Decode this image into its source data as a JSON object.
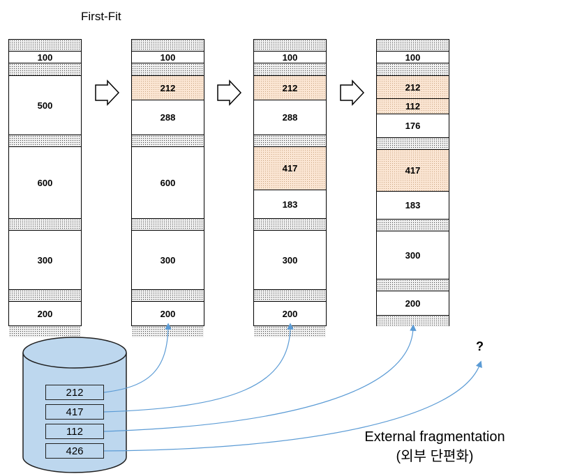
{
  "title": "First-Fit",
  "columns": [
    {
      "blocks": [
        {
          "kind": "gap"
        },
        {
          "kind": "free",
          "label": "100"
        },
        {
          "kind": "gap"
        },
        {
          "kind": "free",
          "label": "500"
        },
        {
          "kind": "gap"
        },
        {
          "kind": "free",
          "label": "600"
        },
        {
          "kind": "gap"
        },
        {
          "kind": "free",
          "label": "300"
        },
        {
          "kind": "gap"
        },
        {
          "kind": "free",
          "label": "200"
        },
        {
          "kind": "gap"
        }
      ]
    },
    {
      "blocks": [
        {
          "kind": "gap"
        },
        {
          "kind": "free",
          "label": "100"
        },
        {
          "kind": "gap"
        },
        {
          "kind": "alloc",
          "label": "212"
        },
        {
          "kind": "free",
          "label": "288"
        },
        {
          "kind": "gap"
        },
        {
          "kind": "free",
          "label": "600"
        },
        {
          "kind": "gap"
        },
        {
          "kind": "free",
          "label": "300"
        },
        {
          "kind": "gap"
        },
        {
          "kind": "free",
          "label": "200"
        },
        {
          "kind": "gap"
        }
      ]
    },
    {
      "blocks": [
        {
          "kind": "gap"
        },
        {
          "kind": "free",
          "label": "100"
        },
        {
          "kind": "gap"
        },
        {
          "kind": "alloc",
          "label": "212"
        },
        {
          "kind": "free",
          "label": "288"
        },
        {
          "kind": "gap"
        },
        {
          "kind": "alloc",
          "label": "417"
        },
        {
          "kind": "free",
          "label": "183"
        },
        {
          "kind": "gap"
        },
        {
          "kind": "free",
          "label": "300"
        },
        {
          "kind": "gap"
        },
        {
          "kind": "free",
          "label": "200"
        },
        {
          "kind": "gap"
        }
      ]
    },
    {
      "blocks": [
        {
          "kind": "gap"
        },
        {
          "kind": "free",
          "label": "100"
        },
        {
          "kind": "gap"
        },
        {
          "kind": "alloc",
          "label": "212"
        },
        {
          "kind": "alloc",
          "label": "112"
        },
        {
          "kind": "free",
          "label": "176"
        },
        {
          "kind": "gap"
        },
        {
          "kind": "alloc",
          "label": "417"
        },
        {
          "kind": "free",
          "label": "183"
        },
        {
          "kind": "gap"
        },
        {
          "kind": "free",
          "label": "300"
        },
        {
          "kind": "gap"
        },
        {
          "kind": "free",
          "label": "200"
        },
        {
          "kind": "gap"
        }
      ]
    }
  ],
  "processes": [
    "212",
    "417",
    "112",
    "426"
  ],
  "question_mark": "?",
  "caption_line1": "External fragmentation",
  "caption_line2": "(외부 단편화)",
  "colors": {
    "allocated_fill": "#fbe6d4",
    "database_fill": "#bdd7ee",
    "connector_line": "#5b9bd5"
  }
}
